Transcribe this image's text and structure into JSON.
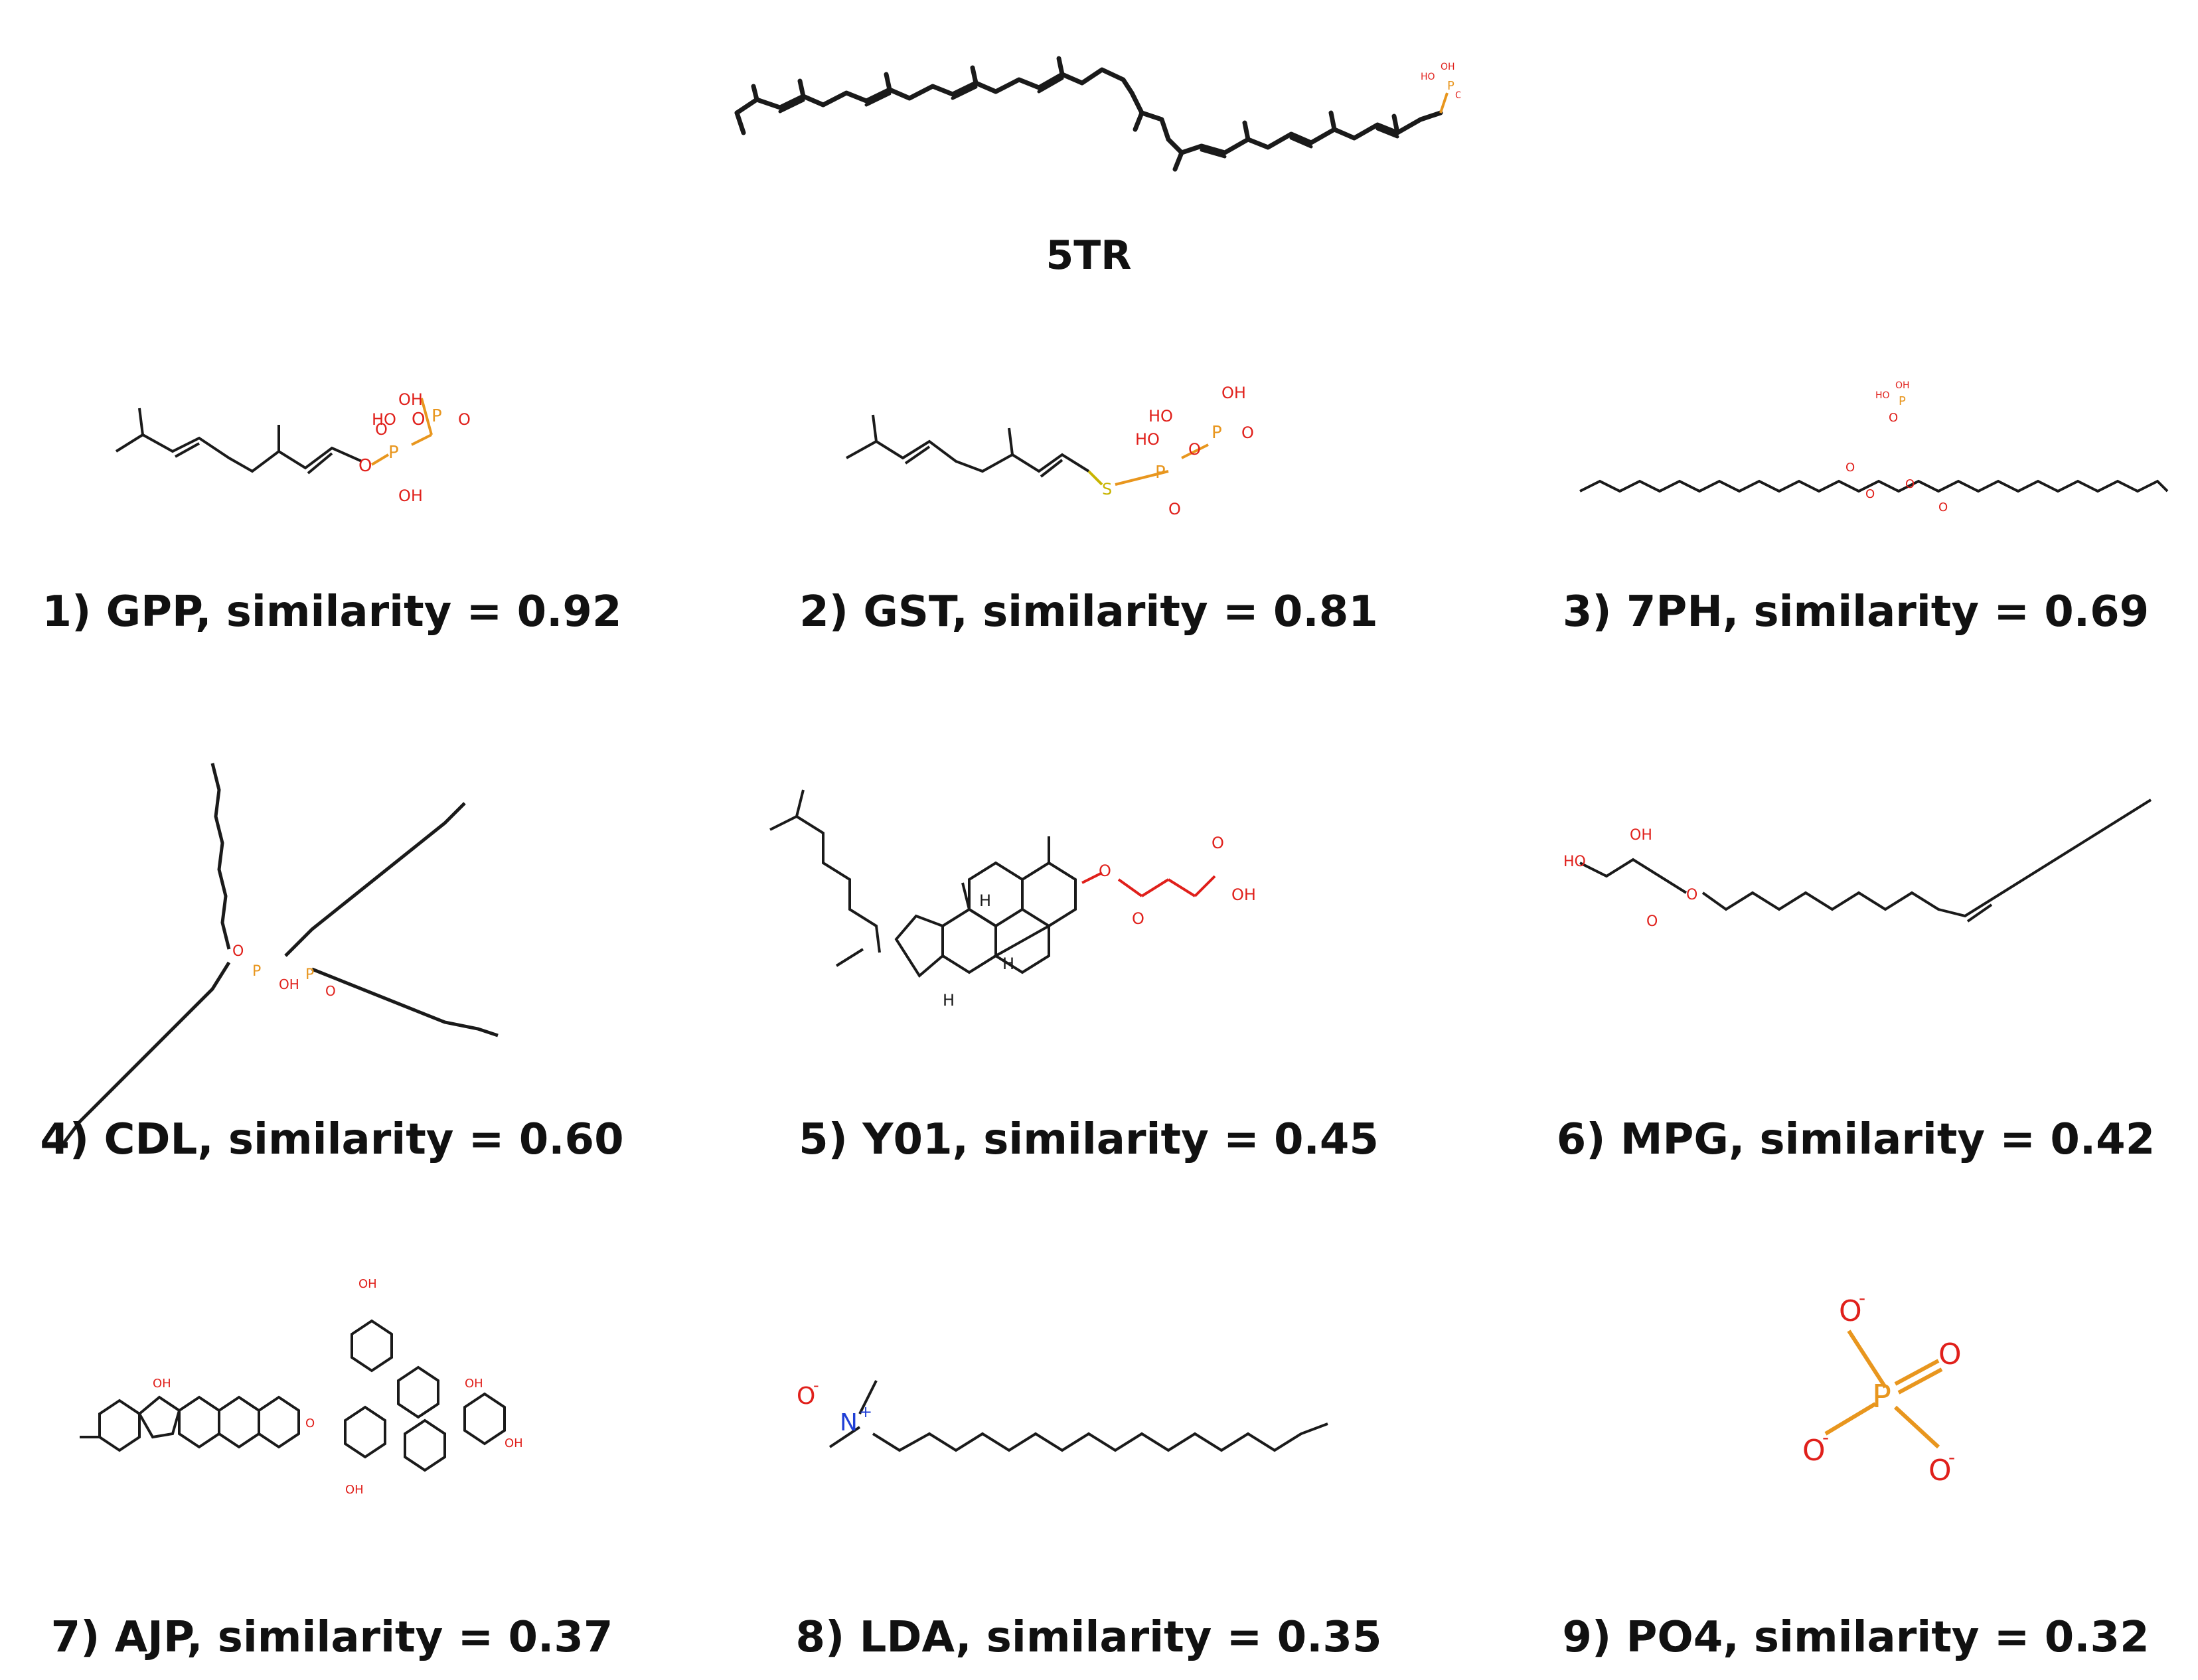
{
  "query": {
    "label": "5TR"
  },
  "results": [
    {
      "label": "1) GPP, similarity = 0.92"
    },
    {
      "label": "2) GST, similarity = 0.81"
    },
    {
      "label": "3) 7PH, similarity = 0.69"
    },
    {
      "label": "4) CDL, similarity = 0.60"
    },
    {
      "label": "5) Y01, similarity = 0.45"
    },
    {
      "label": "6) MPG, similarity = 0.42"
    },
    {
      "label": "7) AJP, similarity = 0.37"
    },
    {
      "label": "8) LDA, similarity = 0.35"
    },
    {
      "label": "9) PO4, similarity = 0.32"
    }
  ],
  "atoms": {
    "oh": "OH",
    "ho": "HO",
    "o": "O",
    "s": "S",
    "p": "P",
    "h": "H",
    "n": "N",
    "plus": "+",
    "minus": "-",
    "ominus": "O-"
  },
  "colors": {
    "bond": "#1a1a1a",
    "oxygen": "#e0201b",
    "phosphorus": "#e8961e",
    "sulfur": "#c8b400",
    "nitrogen": "#1f3fd6"
  }
}
